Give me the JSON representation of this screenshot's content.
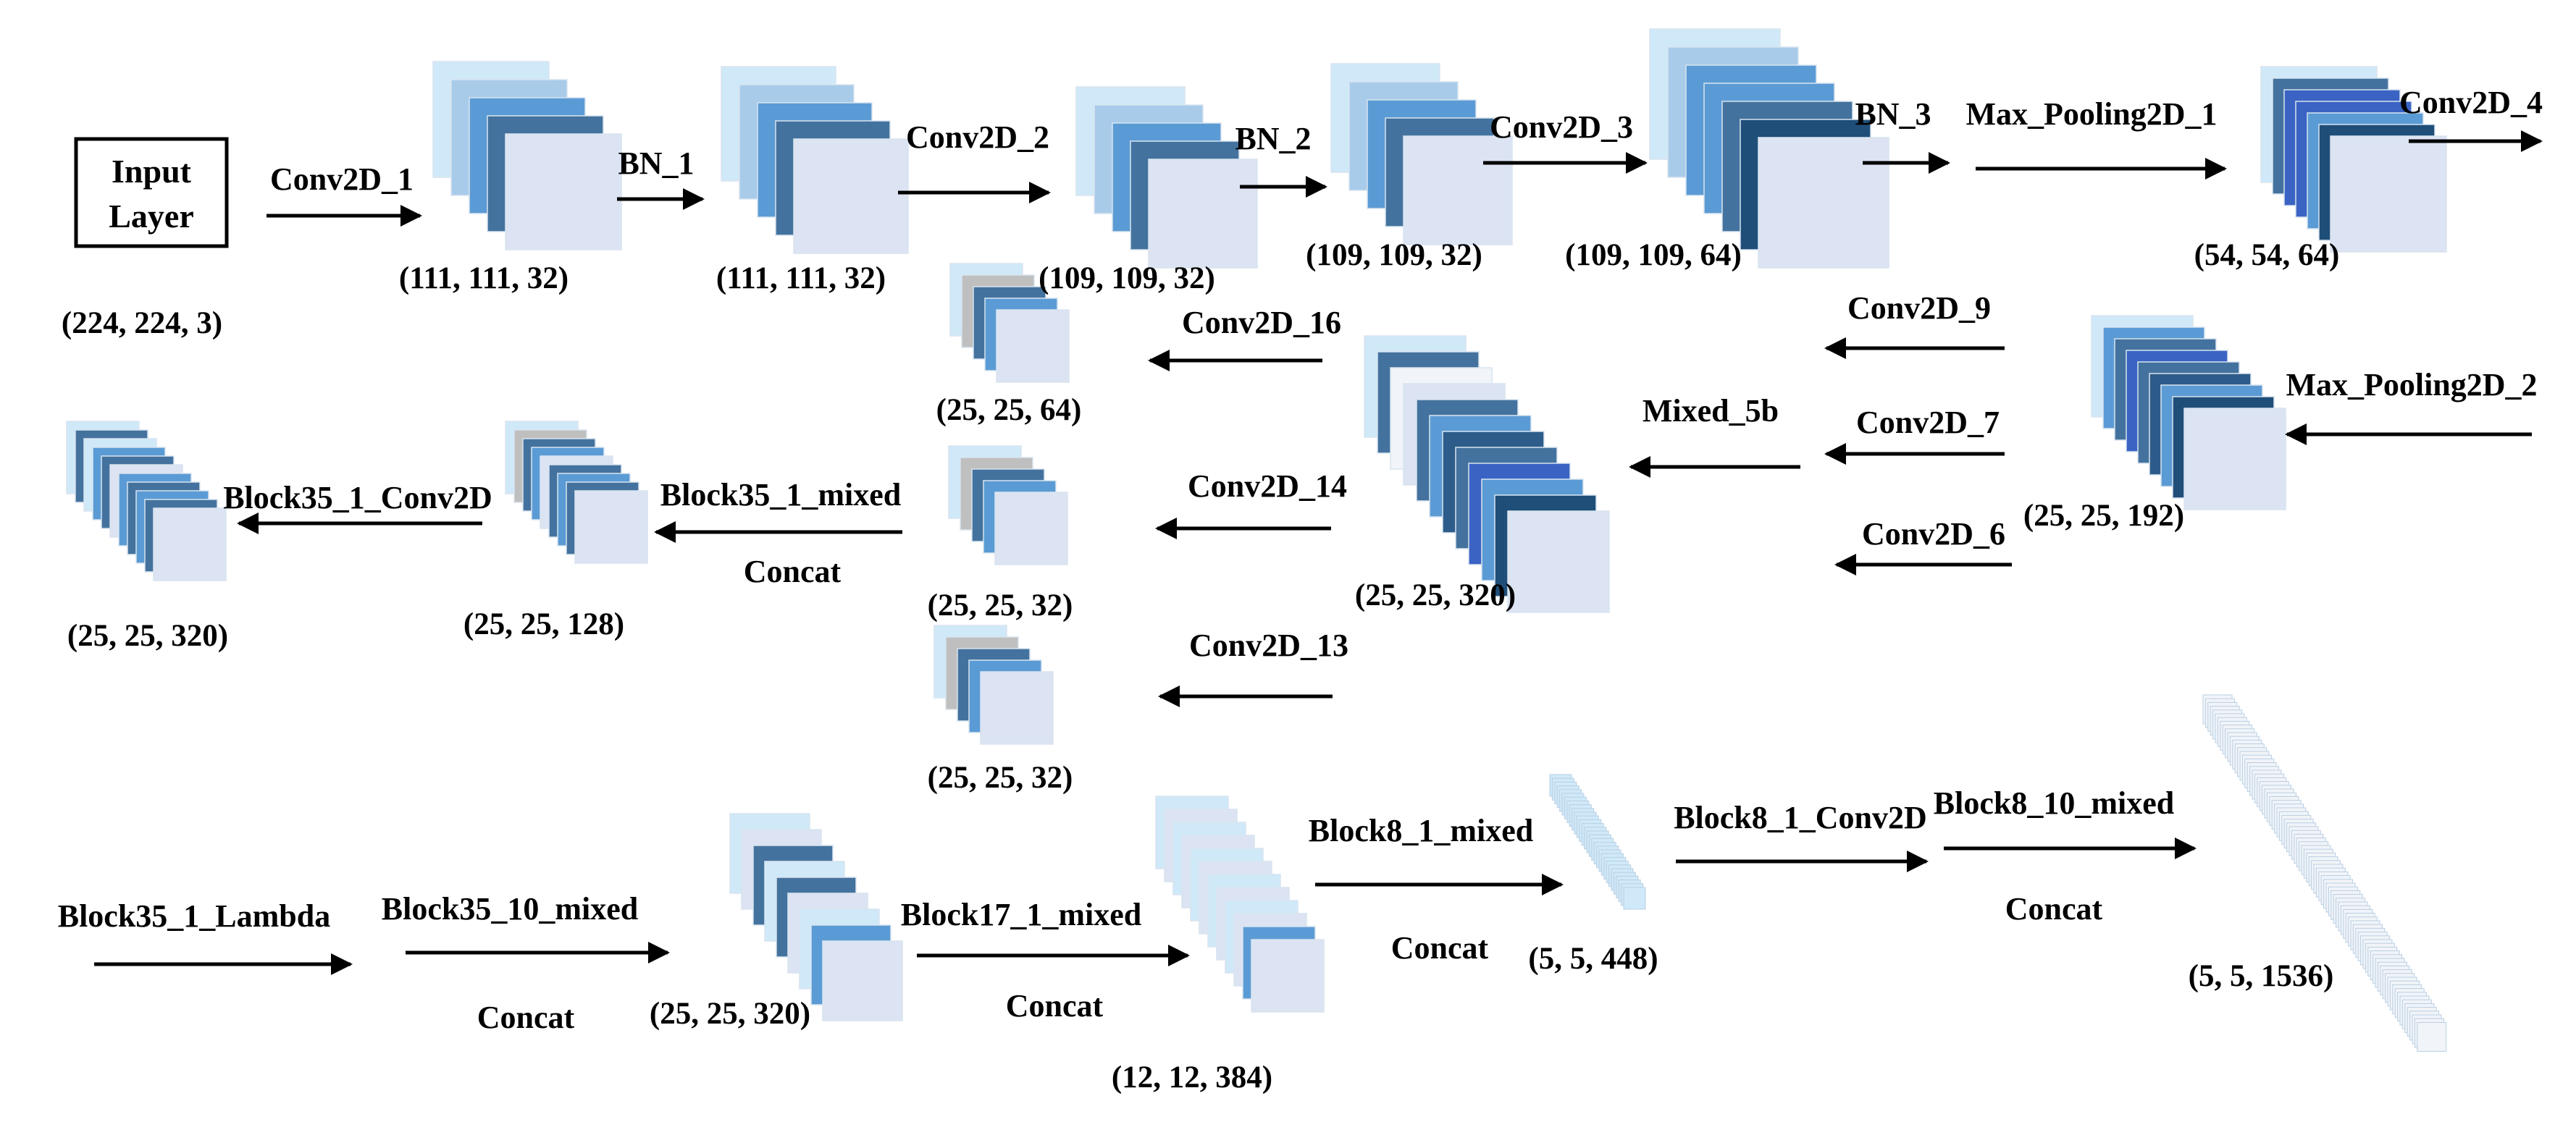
{
  "input_layer": {
    "line1": "Input",
    "line2": "Layer",
    "shape": "(224, 224, 3)"
  },
  "nodes": [
    {
      "id": "n1",
      "shape": "(111,  111,  32)"
    },
    {
      "id": "n2",
      "shape": "(111,  111,  32)"
    },
    {
      "id": "n3",
      "shape": "(109, 109, 32)"
    },
    {
      "id": "n4",
      "shape": "(109, 109, 32)"
    },
    {
      "id": "n5",
      "shape": "(109, 109, 64)"
    },
    {
      "id": "n6",
      "shape": "(54, 54, 64)"
    },
    {
      "id": "n7",
      "shape": "(25, 25, 192)"
    },
    {
      "id": "n8",
      "shape": "(25, 25, 320)"
    },
    {
      "id": "n9",
      "shape": "(25, 25, 64)"
    },
    {
      "id": "n10",
      "shape": "(25, 25, 32)"
    },
    {
      "id": "n11",
      "shape": "(25, 25, 32)"
    },
    {
      "id": "n12",
      "shape": "(25, 25, 128)"
    },
    {
      "id": "n13",
      "shape": "(25, 25, 320)"
    },
    {
      "id": "n14",
      "shape": "(25, 25, 320)"
    },
    {
      "id": "n15",
      "shape": "(12, 12, 384)"
    },
    {
      "id": "n16",
      "shape": "(5, 5, 448)"
    },
    {
      "id": "n17",
      "shape": "(5, 5, 1536)"
    }
  ],
  "edges": {
    "conv2d_1": "Conv2D_1",
    "bn_1": "BN_1",
    "conv2d_2": "Conv2D_2",
    "bn_2": "BN_2",
    "conv2d_3": "Conv2D_3",
    "bn_3": "BN_3",
    "max_pooling2d_1": "Max_Pooling2D_1",
    "conv2d_4": "Conv2D_4",
    "max_pooling2d_2": "Max_Pooling2D_2",
    "conv2d_9": "Conv2D_9",
    "conv2d_7": "Conv2D_7",
    "conv2d_6": "Conv2D_6",
    "mixed_5b": "Mixed_5b",
    "conv2d_16": "Conv2D_16",
    "conv2d_14": "Conv2D_14",
    "conv2d_13": "Conv2D_13",
    "block35_1_mixed": "Block35_1_mixed",
    "concat_a": "Concat",
    "block35_1_conv2d": "Block35_1_Conv2D",
    "block35_1_lambda": "Block35_1_Lambda",
    "block35_10_mixed": "Block35_10_mixed",
    "concat_b": "Concat",
    "block17_1_mixed": "Block17_1_mixed",
    "concat_c": "Concat",
    "block8_1_mixed": "Block8_1_mixed",
    "concat_d": "Concat",
    "block8_1_conv2d": "Block8_1_Conv2D",
    "block8_10_mixed": "Block8_10_mixed",
    "concat_e": "Concat"
  },
  "colors": {
    "pale_blue": "#cfe9f9",
    "light_blue": "#a9cbea",
    "mid_blue": "#5b9bd5",
    "steel_blue": "#44729e",
    "dark_blue": "#2e5c8a",
    "royal_blue": "#3a63c4",
    "navy_blue": "#1f4e79",
    "lavender": "#dce3f2",
    "gray": "#bfbfbf",
    "ice": "#f1f4f8",
    "arrow": "#000000"
  }
}
